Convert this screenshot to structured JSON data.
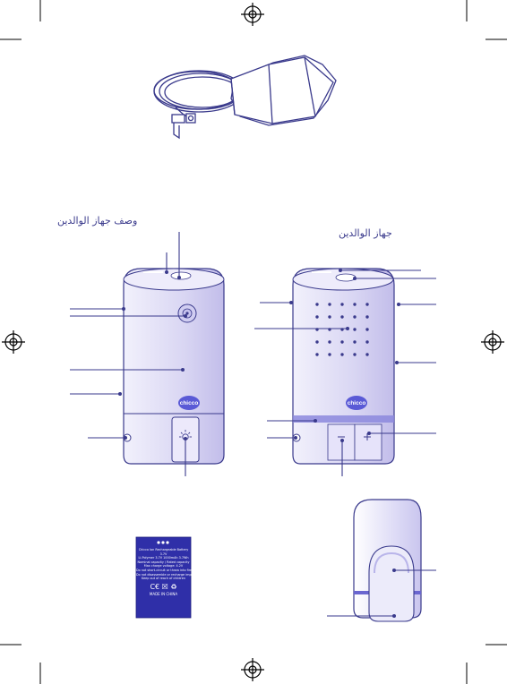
{
  "headings": {
    "left_unit": "وصف جهاز الوالدين",
    "right_unit": "جهاز الوالدين"
  },
  "brand_logo": "chicco",
  "battery_label": {
    "line1": "Chicco Ion Rechargeable Battery",
    "line2": "3.7V",
    "line3": "Li-Polymer  3.7V  1000mAh  3.7Wh",
    "line4": "Nominal capacity / Rated capacity",
    "line5": "Max charge voltage: 4.2V",
    "line6": "Do not short-circuit or throw into fire",
    "line7": "Do not disassemble or recharge improperly",
    "line8": "Keep out of reach of children",
    "made_in": "MADE IN CHINA"
  },
  "colors": {
    "outline": "#3a3a8c",
    "device_fill": "#dcd9f3",
    "device_shade": "#c7c2ec",
    "battery_fill": "#2f2fa8",
    "logo_fill": "#5a5ad6"
  }
}
